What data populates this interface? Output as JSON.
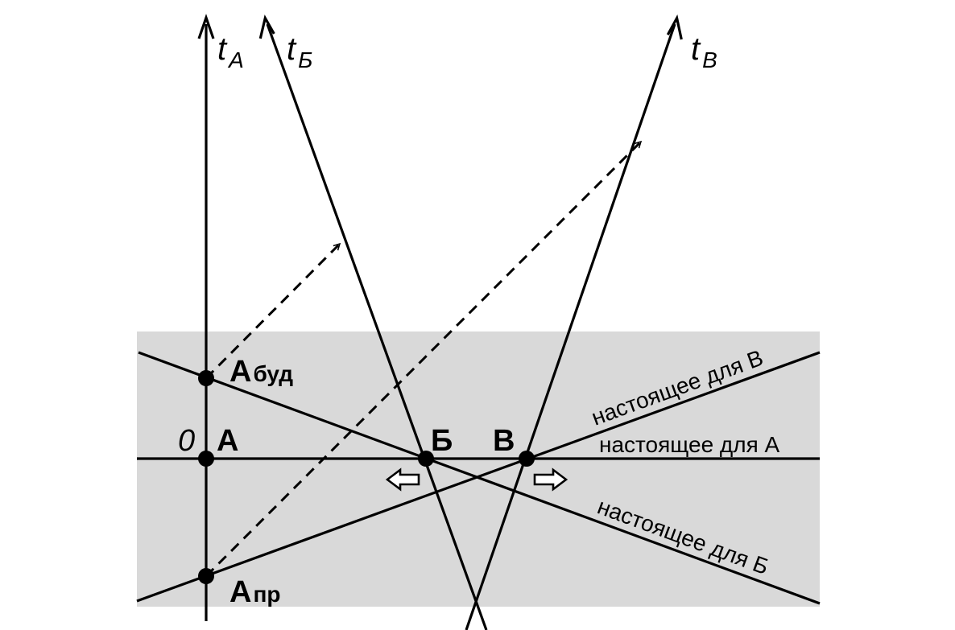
{
  "colors": {
    "band": "#d9d9d9",
    "ink": "#000000",
    "arrow_fill": "#ffffff"
  },
  "axes": {
    "tA": {
      "main": "t",
      "sub": "A"
    },
    "tB": {
      "main": "t",
      "sub": "Б"
    },
    "tV": {
      "main": "t",
      "sub": "В"
    }
  },
  "events": {
    "origin": "0",
    "A": "А",
    "A_future": {
      "main": "А",
      "sub": "буд"
    },
    "A_past": {
      "main": "А",
      "sub": "пр"
    },
    "B": "Б",
    "V": "В"
  },
  "present_lines": {
    "for_A": "настоящее для А",
    "for_B": "настоящее для Б",
    "for_V": "настоящее для В"
  },
  "motion_arrows": {
    "B_direction": "left",
    "V_direction": "right"
  }
}
